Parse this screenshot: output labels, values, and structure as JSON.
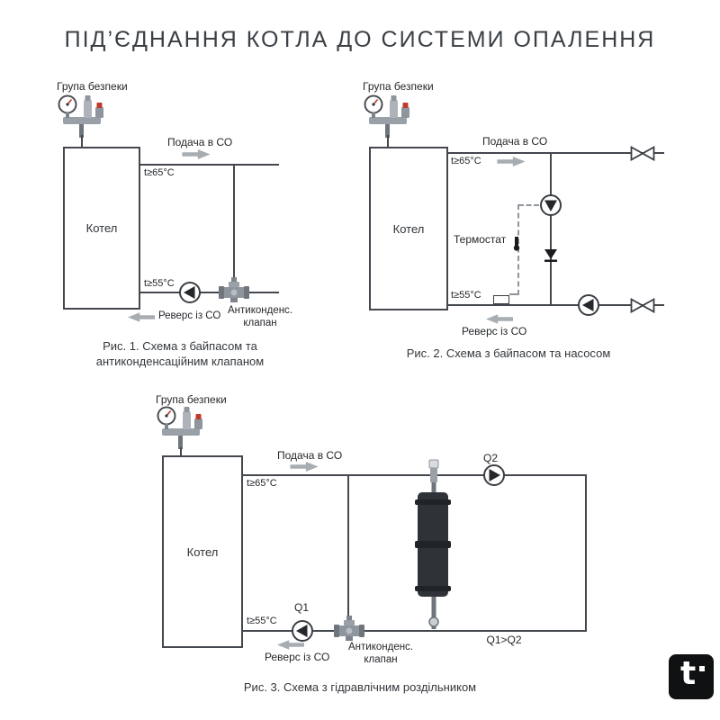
{
  "title": "ПІД’ЄДНАННЯ КОТЛА ДО СИСТЕМИ ОПАЛЕННЯ",
  "common_labels": {
    "safety_group": "Група безпеки",
    "boiler": "Котел",
    "supply": "Подача в СО",
    "return": "Реверс із СО",
    "t_supply": "t≥65°C",
    "t_return": "t≥55°C",
    "anticondens_valve": "Антиконденс.\nклапан"
  },
  "fig1": {
    "caption": "Рис. 1. Схема з байпасом та антиконденсаційним клапаном"
  },
  "fig2": {
    "caption": "Рис. 2. Схема з байпасом та насосом",
    "thermostat": "Термостат"
  },
  "fig3": {
    "caption": "Рис. 3. Схема з гідравлічним роздільником",
    "pump1": "Q1",
    "pump2": "Q2",
    "flow_note": "Q1>Q2"
  },
  "logo": {
    "text": "t"
  },
  "colors": {
    "line": "#44484e",
    "text": "#2d3136",
    "arrow_gray": "#a8adb2",
    "accent_red": "#c0392b",
    "separator_dark": "#2f3338"
  }
}
